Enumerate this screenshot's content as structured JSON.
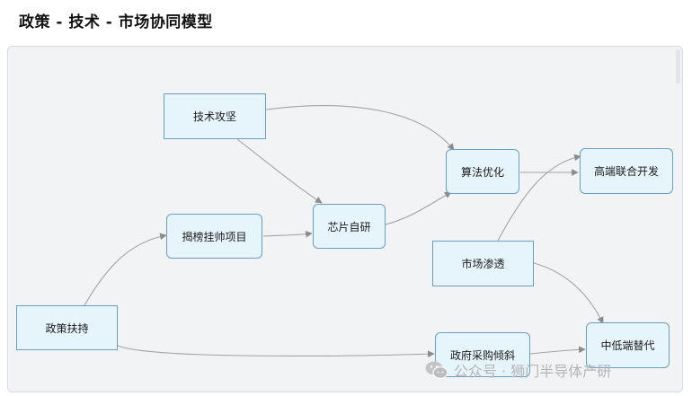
{
  "title": "政策 - 技术 - 市场协同模型",
  "nodes": {
    "jishugongjian": "技术攻坚",
    "suanfayouhua": "算法优化",
    "gaoduanlianhe": "高端联合开发",
    "jiebang": "揭榜挂帅项目",
    "xinpianziyan": "芯片自研",
    "shichangshentou": "市场渗透",
    "zhengcefuchi": "政策扶持",
    "zhengfucaigou": "政府采购倾斜",
    "zhongdiduan": "中低端替代"
  },
  "watermark": {
    "icon": "wechat-icon",
    "text": "公众号 · 狮门半导体产研"
  },
  "colors": {
    "node_fill": "#e6f4fc",
    "node_border": "#6a9fc0",
    "edge": "#a0a0a0",
    "panel": "#f2f3f5"
  }
}
